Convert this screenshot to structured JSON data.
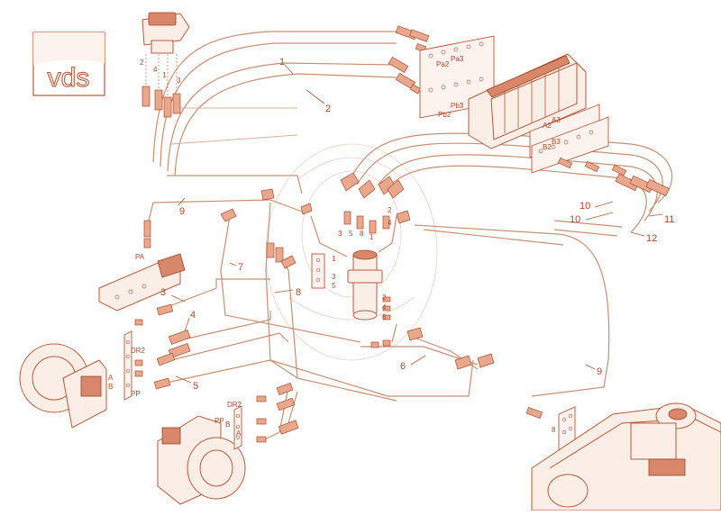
{
  "logo": {
    "text": "vds"
  },
  "callouts": {
    "c1": "1",
    "c2": "2",
    "c3": "3",
    "c4": "4",
    "c5": "5",
    "c6": "6",
    "c7": "7",
    "c8": "8",
    "c9a": "9",
    "c9b": "9",
    "c10a": "10",
    "c10b": "10",
    "c11": "11",
    "c12": "12"
  },
  "ports": {
    "pa2": "Pa2",
    "pa3": "Pa3",
    "pb2": "Pb2",
    "pb3": "Pb3",
    "a2": "A2",
    "a3": "A3",
    "b2": "B2",
    "b3": "B3",
    "pa": "PA",
    "dr2_left": "DR2",
    "a_left": "A",
    "b_left": "B",
    "pp_left": "PP",
    "dr2_right": "DR2",
    "pp_right": "PP",
    "b_right": "B",
    "a_right": "A"
  },
  "small_numbers": {
    "pedal_2": "2",
    "pedal_4": "4",
    "pedal_1": "1",
    "pedal_3": "3",
    "swivel_top_3": "3",
    "swivel_top_5": "5",
    "swivel_top_8": "8",
    "swivel_top_1": "1",
    "swivel_top_2": "2",
    "swivel_top_4": "4",
    "block_1": "1",
    "block_3": "3",
    "block_5": "5",
    "swivel_side_2": "2",
    "swivel_side_4": "4",
    "swivel_side_6": "6",
    "pump_8": "8"
  }
}
